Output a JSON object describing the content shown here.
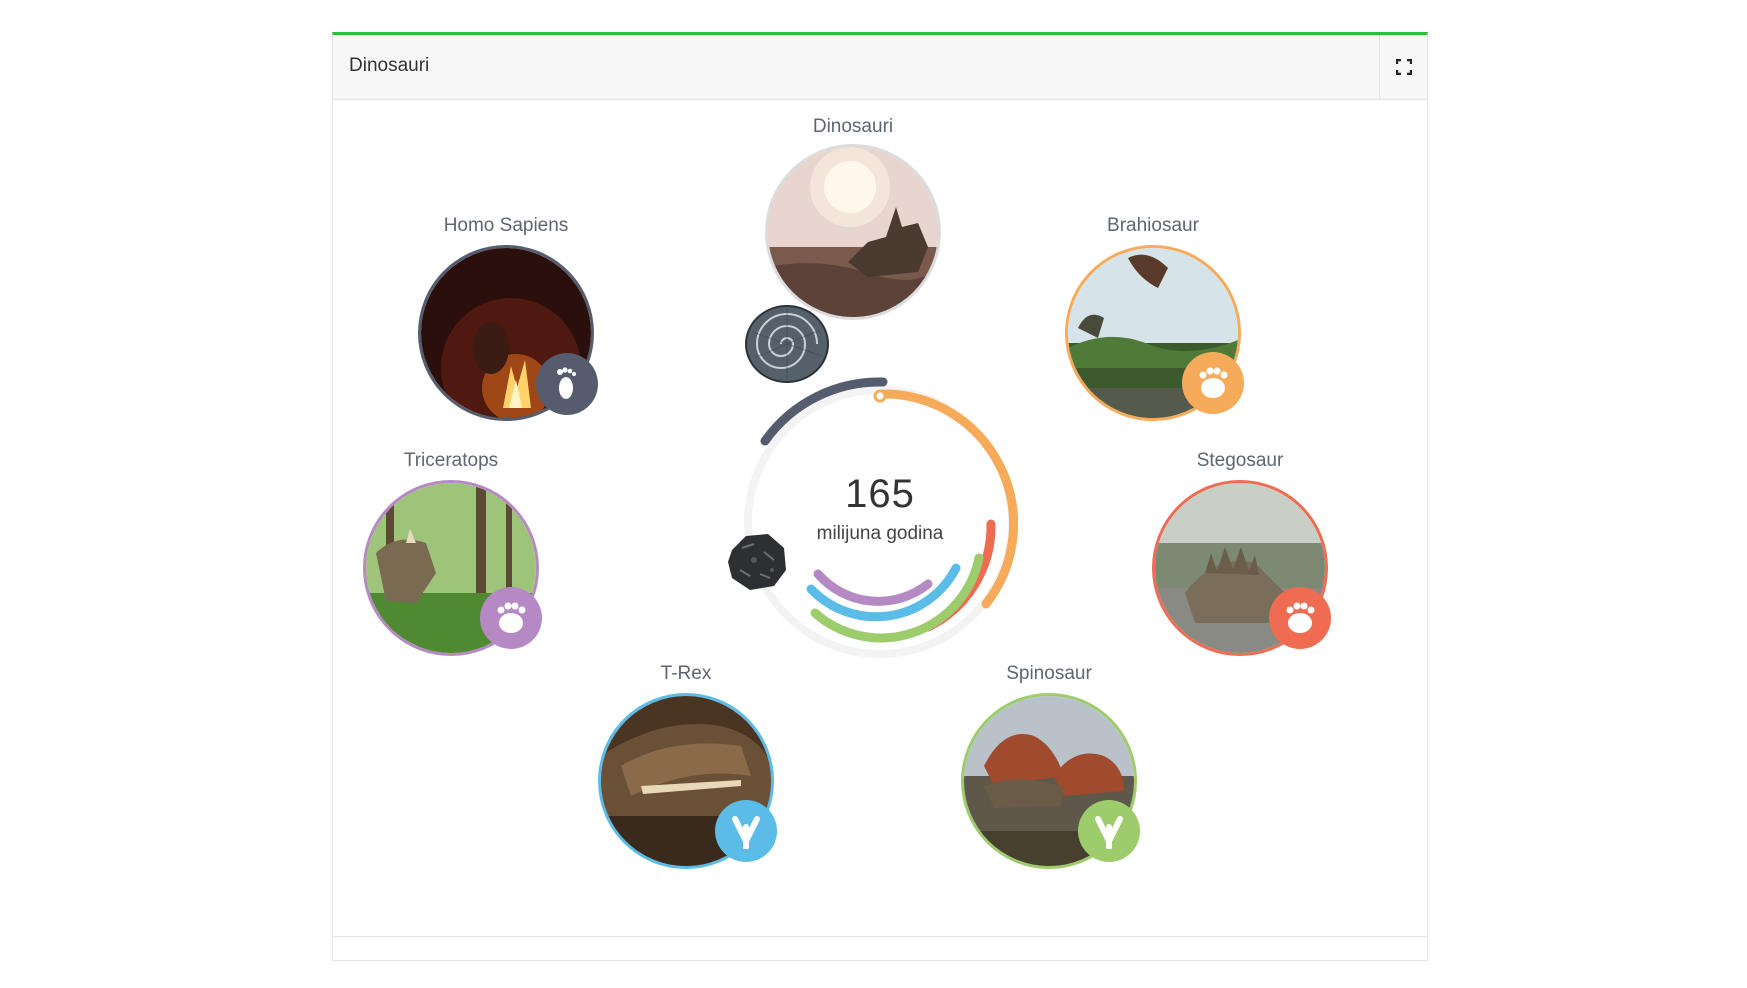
{
  "panel": {
    "title": "Dinosauri",
    "accent_color": "#2ebd3e",
    "fullscreen_icon": "expand-icon"
  },
  "center": {
    "value": "165",
    "unit": "milijuna godina"
  },
  "nodes": [
    {
      "key": "dinosauri",
      "label": "Dinosauri",
      "color": "#d9d9d9",
      "icon": null
    },
    {
      "key": "homo",
      "label": "Homo Sapiens",
      "color": "#555c6e",
      "icon": "footprint-icon"
    },
    {
      "key": "brahiosaur",
      "label": "Brahiosaur",
      "color": "#f6ab5a",
      "icon": "paw-icon"
    },
    {
      "key": "triceratops",
      "label": "Triceratops",
      "color": "#b58ac4",
      "icon": "paw-icon"
    },
    {
      "key": "stegosaur",
      "label": "Stegosaur",
      "color": "#ef6b51",
      "icon": "paw-icon"
    },
    {
      "key": "trex",
      "label": "T-Rex",
      "color": "#5bbce8",
      "icon": "three-toed-track-icon"
    },
    {
      "key": "spinosaur",
      "label": "Spinosaur",
      "color": "#9ccc6b",
      "icon": "three-toed-track-icon"
    }
  ],
  "decor": {
    "fossil_icon": "ammonite-fossil-icon",
    "rock_icon": "meteorite-rock-icon"
  }
}
